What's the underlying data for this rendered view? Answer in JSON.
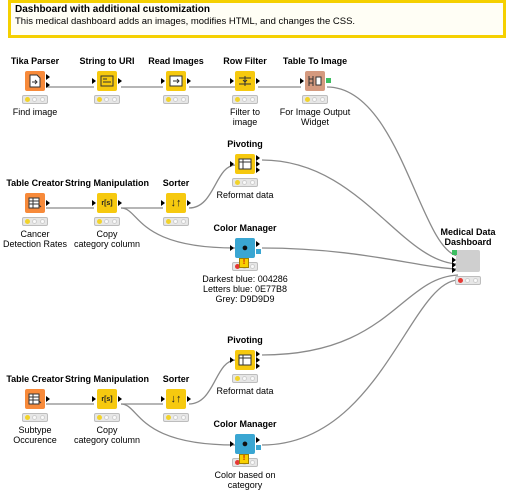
{
  "annotation": {
    "title": "Dashboard with additional customization",
    "text": "This medical dashboard adds an images, modifies HTML, and changes the CSS."
  },
  "nodes": {
    "tika_parser": {
      "title": "Tika Parser",
      "label": "Find image",
      "icon": "document-arrow-icon"
    },
    "string_to_uri": {
      "title": "String to URI",
      "label": "",
      "icon": "uri-convert-icon"
    },
    "read_images": {
      "title": "Read Images",
      "label": "",
      "icon": "image-read-icon"
    },
    "row_filter": {
      "title": "Row Filter",
      "label": "Filter to\nimage",
      "icon": "filter-arrows-icon"
    },
    "table_to_image": {
      "title": "Table To Image",
      "label": "For Image Output\nWidget",
      "icon": "table-image-icon"
    },
    "table_creator_1": {
      "title": "Table Creator",
      "label": "Cancer\nDetection Rates",
      "icon": "table-create-icon"
    },
    "string_manip_1": {
      "title": "String Manipulation",
      "label": "Copy\ncategory column",
      "icon": "string-bracket-icon"
    },
    "sorter_1": {
      "title": "Sorter",
      "label": "",
      "icon": "sort-arrows-icon"
    },
    "pivoting_1": {
      "title": "Pivoting",
      "label": "Reformat data",
      "icon": "pivot-icon"
    },
    "color_manager_1": {
      "title": "Color Manager",
      "label": "Darkest blue: 004286\nLetters blue: 0E77B8\nGrey: D9D9D9",
      "icon": "color-drop-icon"
    },
    "medical_dashboard": {
      "title": "Medical Data\nDashboard",
      "label": "",
      "icon": "component-icon"
    },
    "table_creator_2": {
      "title": "Table Creator",
      "label": "Subtype\nOccurence",
      "icon": "table-create-icon"
    },
    "string_manip_2": {
      "title": "String Manipulation",
      "label": "Copy\ncategory column",
      "icon": "string-bracket-icon"
    },
    "sorter_2": {
      "title": "Sorter",
      "label": "",
      "icon": "sort-arrows-icon"
    },
    "pivoting_2": {
      "title": "Pivoting",
      "label": "Reformat data",
      "icon": "pivot-icon"
    },
    "color_manager_2": {
      "title": "Color Manager",
      "label": "Color based on\ncategory",
      "icon": "color-drop-icon"
    }
  },
  "glyphs": {
    "string_manip": "r[s]",
    "sorter": "↓↑",
    "color": "●",
    "warning": "!"
  },
  "colors": {
    "source": "#f78a3a",
    "manipulator": "#f6c90f",
    "view": "#3aa6d2",
    "annotation_border": "#f5d000",
    "status_ok": "#f2d32a",
    "status_error": "#e53935"
  }
}
